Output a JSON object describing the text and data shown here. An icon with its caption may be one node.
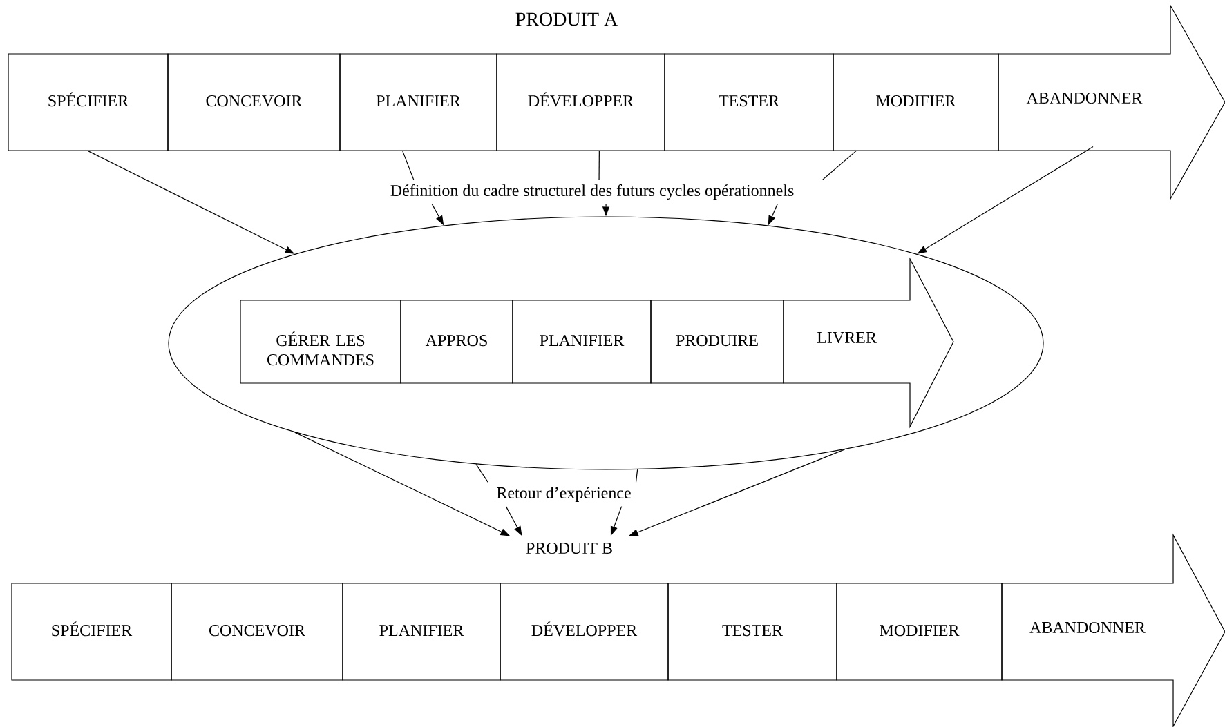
{
  "diagram": {
    "nodes": [
      {
        "text": [
          "SPÉCIFIER"
        ]
      },
      {
        "text": [
          "CONCEVOIR"
        ]
      },
      {
        "text": [
          "PLANIFIER"
        ]
      },
      {
        "text": [
          "DÉVELOPPER"
        ]
      },
      {
        "text": [
          "TESTER"
        ]
      },
      {
        "text": [
          "MODIFIER"
        ]
      },
      {
        "text": [
          "ABANDONNER"
        ]
      },
      {
        "text": [
          "Définition du cadre structurel des futurs cycles opérationnels"
        ]
      },
      {
        "text": [],
        "shape": "ellipse"
      },
      {
        "text": [
          "GÉRER LES COMMANDES"
        ],
        "in": 8
      },
      {
        "text": [
          "APPROS"
        ],
        "in": 8
      },
      {
        "text": [
          "PLANIFIER"
        ],
        "in": 8
      },
      {
        "text": [
          "PRODUIRE"
        ],
        "in": 8
      },
      {
        "text": [
          "LIVRER"
        ],
        "in": 8
      },
      {
        "text": [
          "Retour d’expérience"
        ]
      },
      {
        "text": [
          "PRODUIT B"
        ]
      },
      {
        "text": [
          "SPÉCIFIER"
        ]
      },
      {
        "text": [
          "CONCEVOIR"
        ]
      },
      {
        "text": [
          "PLANIFIER"
        ]
      },
      {
        "text": [
          "DÉVELOPPER"
        ]
      },
      {
        "text": [
          "TESTER"
        ]
      },
      {
        "text": [
          "MODIFIER"
        ]
      },
      {
        "text": [
          "ABANDONNER"
        ]
      }
    ],
    "edges": [
      {
        "from": 0,
        "to": 8,
        "arrow": "to"
      },
      {
        "from": 6,
        "to": 8,
        "arrow": "to"
      },
      {
        "from": 2,
        "to": 7,
        "arrow": "none"
      },
      {
        "from": 3,
        "to": 7,
        "arrow": "none"
      },
      {
        "from": 5,
        "to": 7,
        "arrow": "none"
      },
      {
        "from": 7,
        "to": 8,
        "arrow": "to"
      },
      {
        "from": 7,
        "to": 8,
        "arrow": "to"
      },
      {
        "from": 7,
        "to": 8,
        "arrow": "to"
      },
      {
        "from": 8,
        "to": 15,
        "arrow": "to"
      },
      {
        "from": 8,
        "to": 15,
        "arrow": "to"
      },
      {
        "from": 8,
        "to": 14,
        "arrow": "none"
      },
      {
        "from": 8,
        "to": 14,
        "arrow": "none"
      },
      {
        "from": 14,
        "to": 15,
        "arrow": "to"
      },
      {
        "from": 14,
        "to": 15,
        "arrow": "to"
      }
    ],
    "labels": [
      "PRODUIT A"
    ]
  }
}
